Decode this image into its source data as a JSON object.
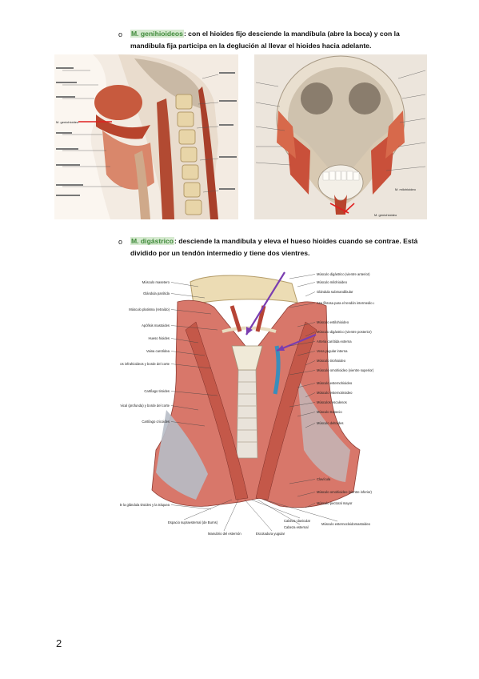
{
  "sections": [
    {
      "bullet": "o",
      "term": "M. genihioideos",
      "line1": ": con el hioides fijo desciende la mandíbula (abre la boca) y con la",
      "line2": "mandíbula fija participa en la deglución al llevar el hioides hacia adelante."
    },
    {
      "bullet": "o",
      "term": "M. digástrico",
      "line1": ": desciende la mandíbula y eleva el hueso hioides cuando se contrae. Está",
      "line2": "dividido por un tendón intermedio y tiene dos vientres."
    }
  ],
  "figure1_labels": [
    "M. geniohioideo"
  ],
  "figure2_labels": [
    "M. milohioideo",
    "M. geniohioideo"
  ],
  "figure3": {
    "left_labels": [
      "Músculo masetero",
      "Glándula parótida",
      "Músculo platisma (retraído)",
      "Apófisis mastoides",
      "Hueso hioides",
      "Vaina carotídea",
      "Fascia de los músculos infrahioideos y borde del corte",
      "Cartílago tiroides",
      "Lámina de revestimiento de la fascia cervical (profunda) y borde del corte",
      "Cartílago cricoides",
      "Lámina pretraqueal de la fascia cervical (profunda) por encima de la glándula tiroides y la tráquea"
    ],
    "right_labels": [
      "Músculo digástrico (vientre anterior)",
      "Músculo milohioideo",
      "Glándula submandibular",
      "Asa fibrosa para el tendón intermedio del digástrico",
      "Músculo estilohioideo",
      "Músculo digástrico (vientre posterior)",
      "Arteria carótida externa",
      "Vena yugular interna",
      "Músculo tirohioideo",
      "Músculo omohioideo (vientre superior)",
      "Músculo esternohioideo",
      "Músculo esternotiroideo",
      "Músculos escalenos",
      "Músculo trapecio",
      "Músculo deltoides",
      "Clavícula",
      "Músculo omohioideo (vientre inferior)",
      "Músculo pectoral mayor"
    ],
    "bottom_labels": [
      "Espacio supraesternal (de Burns)",
      "Manubrio del esternón",
      "Escotadura yugular",
      "Cabeza clavicular",
      "Cabeza esternal",
      "Músculo esternocleidomastoideo"
    ]
  },
  "page_number": "2"
}
